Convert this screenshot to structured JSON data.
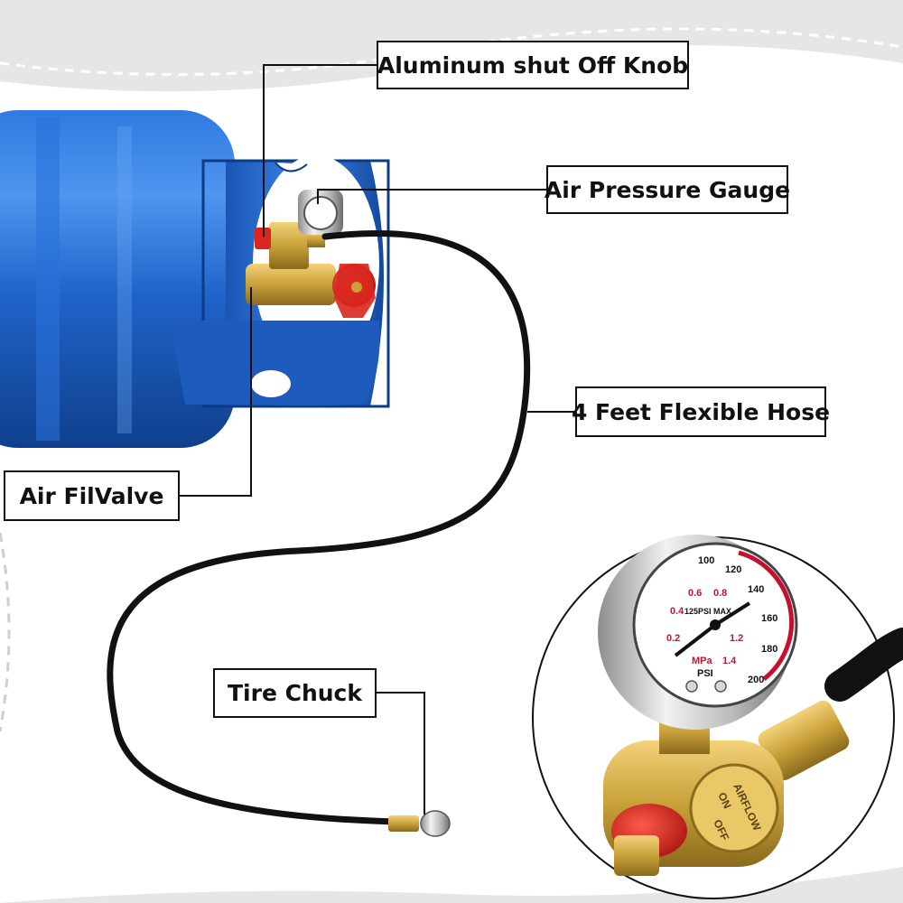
{
  "callouts": {
    "knob": "Aluminum shut Off Knob",
    "gauge": "Air Pressure Gauge",
    "hose": "4 Feet Flexible Hose",
    "valve": "Air FilValve",
    "chuck": "Tire Chuck"
  },
  "gauge_dial": {
    "psi_ticks": [
      "100",
      "120",
      "140",
      "160",
      "180",
      "200"
    ],
    "mpa_ticks": [
      "0.2",
      "0.4",
      "0.6",
      "0.8",
      "1.2",
      "1.4"
    ],
    "max_label": "125PSI MAX",
    "unit_mpa": "MPa",
    "unit_psi": "PSI"
  },
  "valve_body": {
    "airflow": "AIRFLOW",
    "on": "ON",
    "off": "OFF"
  },
  "colors": {
    "background": "#e6e6e8",
    "panel": "#ffffff",
    "tank_blue": "#1f63c9",
    "brass": "#c9a13a",
    "knob_red": "#d9271f",
    "hose": "#111111"
  }
}
